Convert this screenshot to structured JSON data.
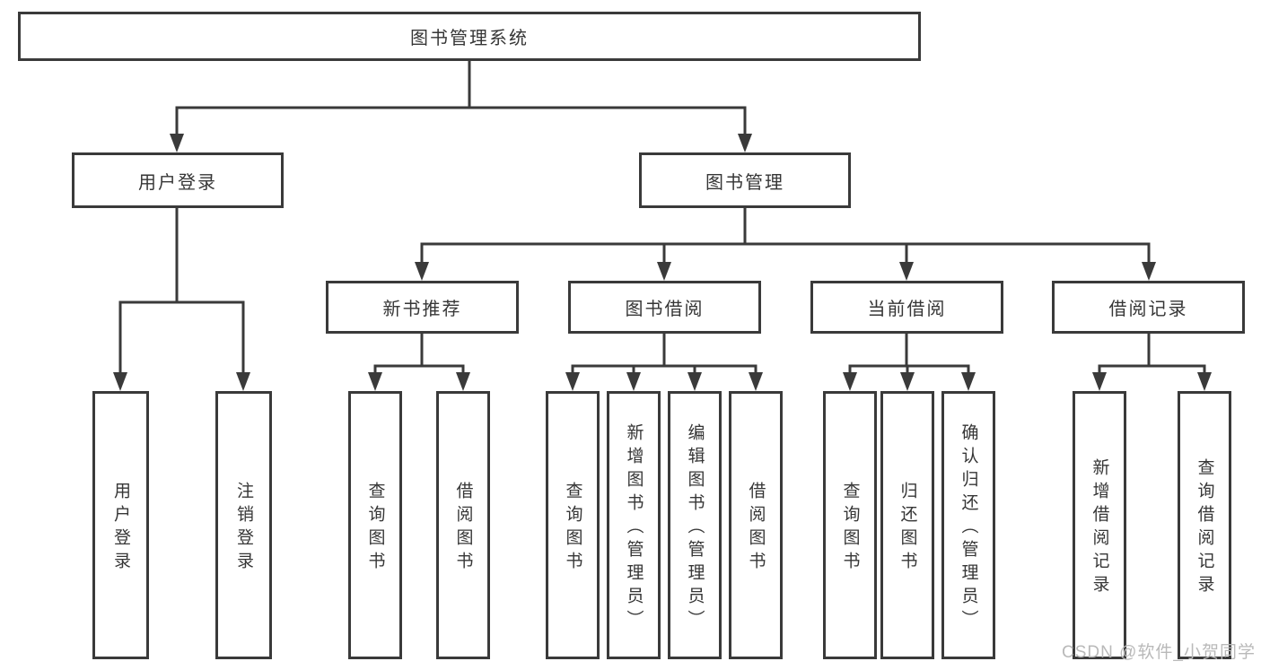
{
  "diagram": {
    "title": "图书管理系统",
    "root": "图书管理系统",
    "branches": [
      {
        "label": "用户登录",
        "leaves": [
          "用户登录",
          "注销登录"
        ]
      },
      {
        "label": "图书管理",
        "groups": [
          {
            "label": "新书推荐",
            "leaves": [
              "查询图书",
              "借阅图书"
            ]
          },
          {
            "label": "图书借阅",
            "leaves": [
              "查询图书",
              "新增图书（管理员）",
              "编辑图书（管理员）",
              "借阅图书"
            ]
          },
          {
            "label": "当前借阅",
            "leaves": [
              "查询图书",
              "归还图书",
              "确认归还（管理员）"
            ]
          },
          {
            "label": "借阅记录",
            "leaves": [
              "新增借阅记录",
              "查询借阅记录"
            ]
          }
        ]
      }
    ]
  },
  "watermark": {
    "text": "CSDN @软件_小贺同学"
  },
  "colors": {
    "line": "#3a3a3a",
    "box_border": "#3a3a3a",
    "box_bg": "#ffffff",
    "text": "#363636",
    "watermark": "#b9b9b9"
  }
}
